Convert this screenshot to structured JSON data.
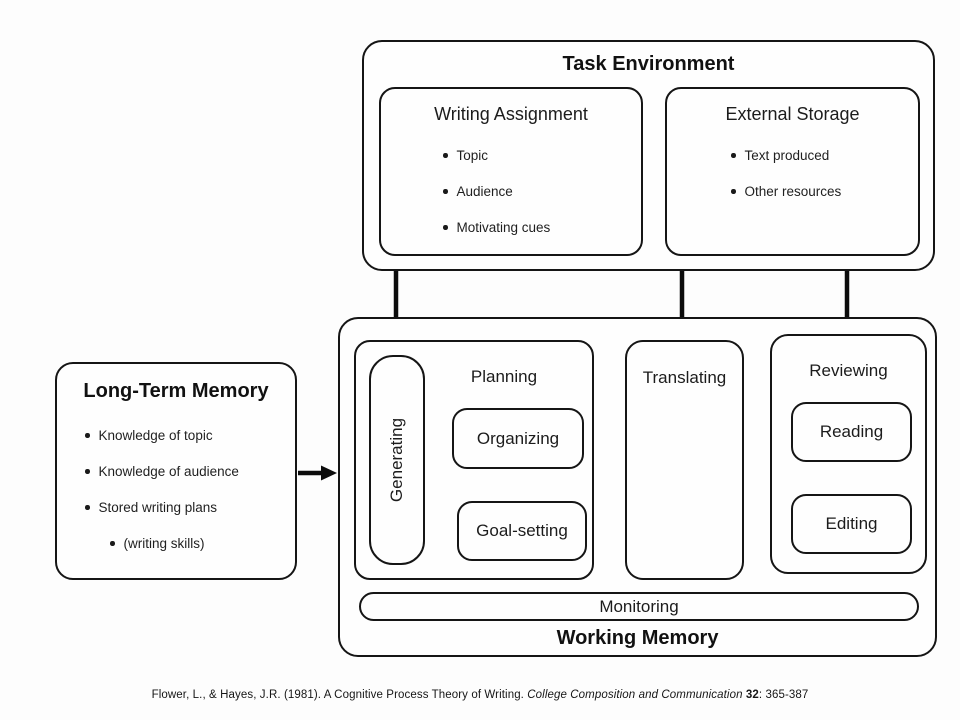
{
  "task_environment": {
    "title": "Task Environment",
    "writing_assignment": {
      "title": "Writing Assignment",
      "items": [
        "Topic",
        "Audience",
        "Motivating cues"
      ]
    },
    "external_storage": {
      "title": "External Storage",
      "items": [
        "Text produced",
        "Other resources"
      ]
    }
  },
  "long_term_memory": {
    "title": "Long-Term Memory",
    "items": [
      "Knowledge of topic",
      "Knowledge of audience",
      "Stored writing plans"
    ],
    "sub_item": "(writing skills)"
  },
  "working_memory": {
    "title": "Working Memory",
    "planning": {
      "title": "Planning",
      "generating": "Generating",
      "organizing": "Organizing",
      "goal_setting": "Goal-setting"
    },
    "translating": "Translating",
    "reviewing": {
      "title": "Reviewing",
      "reading": "Reading",
      "editing": "Editing"
    },
    "monitoring": "Monitoring"
  },
  "citation": {
    "plain1": "Flower, L., & Hayes, J.R. (1981). A Cognitive Process Theory of Writing. ",
    "italic": "College Composition and Communication",
    "bold": " 32",
    "plain2": ": 365-387"
  },
  "colors": {
    "background": "#fdfdfd",
    "line": "#0c0c0c",
    "text": "#111111"
  }
}
